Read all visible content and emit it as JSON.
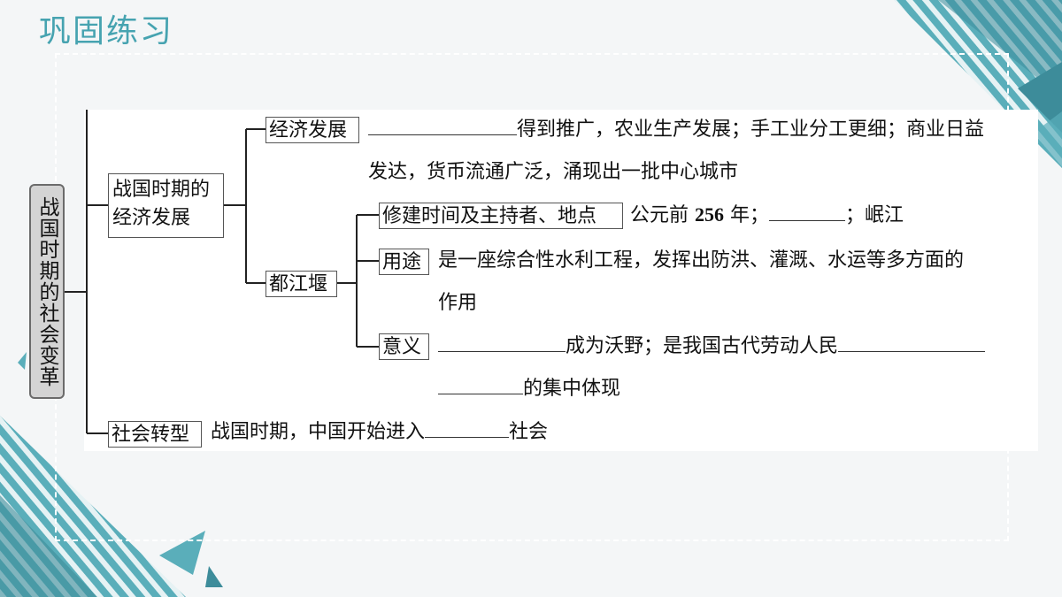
{
  "header": {
    "title": "巩固练习"
  },
  "root": {
    "label": "战国时期的社会变革"
  },
  "branch_economy": {
    "label": "战国时期的经济发展",
    "label_line1": "战国时期的",
    "label_line2": "经济发展",
    "economy": {
      "label": "经济发展",
      "line1_text": "得到推广，农业生产发展；手工业分工更细；商业日益",
      "line2_text": "发达，货币流通广泛，涌现出一批中心城市"
    },
    "dujiangyan": {
      "label": "都江堰",
      "build": {
        "label": "修建时间及主持者、地点",
        "text_prefix": "公元前",
        "year": "256",
        "text_suffix": "年；",
        "text_end": "；岷江"
      },
      "use": {
        "label": "用途",
        "line1_text": "是一座综合性水利工程，发挥出防洪、灌溉、水运等多方面的",
        "line2_text": "作用"
      },
      "meaning": {
        "label": "意义",
        "line1_text": "成为沃野；是我国古代劳动人民",
        "line2_text": "的集中体现"
      }
    }
  },
  "branch_society": {
    "label": "社会转型",
    "text": "战国时期，中国开始进入",
    "text_end": "社会"
  }
}
